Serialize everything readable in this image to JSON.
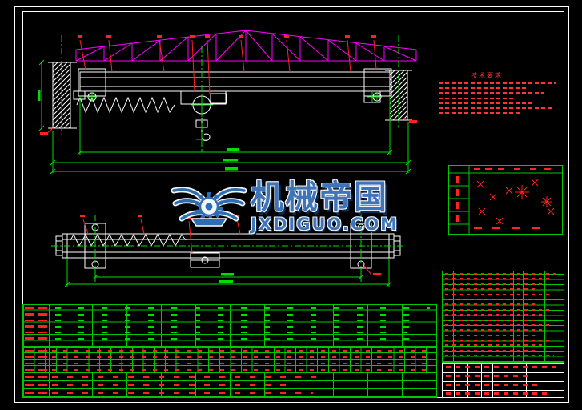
{
  "page": {
    "background": "#000000"
  },
  "colors": {
    "frame_white": "#ffffff",
    "grid_green": "#00c800",
    "line_green": "#00dc00",
    "annotation_red": "#ff2222",
    "truss_magenta": "#ff00ff",
    "watermark_blue": "#3f74b8"
  },
  "watermark": {
    "brand": "机械帝国",
    "site": "JXDIGUO.COM"
  },
  "notes": {
    "title": "技术要求"
  }
}
